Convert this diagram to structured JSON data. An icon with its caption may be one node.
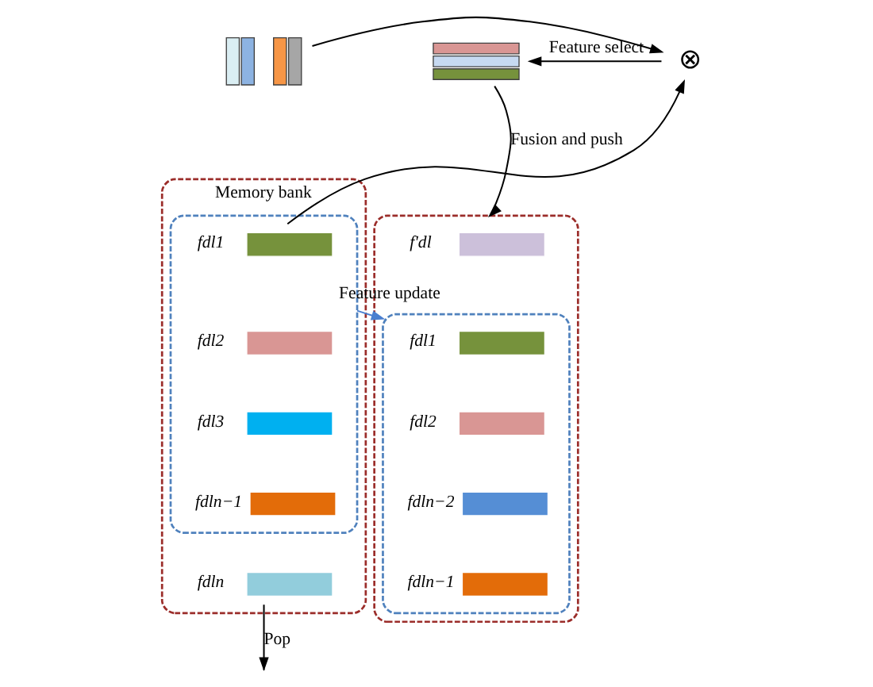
{
  "diagram": {
    "nodes": [
      {
        "text": [],
        "shape": "bar"
      },
      {
        "text": [
          "⊗"
        ]
      },
      {
        "text": [],
        "shape": "bar"
      },
      {
        "text": [
          "Memory bank"
        ]
      },
      {
        "text": [],
        "shape": "box",
        "in": 3
      },
      {
        "text": [
          "fdl1"
        ],
        "in": 4
      },
      {
        "text": [
          "fdl2"
        ],
        "in": 4
      },
      {
        "text": [
          "fdl3"
        ],
        "in": 4
      },
      {
        "text": [
          "fdln−1"
        ],
        "in": 4
      },
      {
        "text": [
          "fdln"
        ],
        "in": 3
      },
      {
        "text": [],
        "shape": "box"
      },
      {
        "text": [
          "f'dl"
        ],
        "in": 10
      },
      {
        "text": [],
        "shape": "box",
        "in": 10
      },
      {
        "text": [
          "fdl1"
        ],
        "in": 12
      },
      {
        "text": [
          "fdl2"
        ],
        "in": 12
      },
      {
        "text": [
          "fdln−2"
        ],
        "in": 12
      },
      {
        "text": [
          "fdln−1"
        ],
        "in": 12
      }
    ],
    "edges": [
      {
        "from": 0,
        "to": 1,
        "arrow": "to"
      },
      {
        "from": 1,
        "to": 2,
        "arrow": "to",
        "label": "Feature select"
      },
      {
        "from": 5,
        "to": 1,
        "arrow": "to"
      },
      {
        "from": 2,
        "to": 10,
        "arrow": "to",
        "label": "Fusion and push"
      },
      {
        "from": 4,
        "to": 12,
        "arrow": "to",
        "label": "Feature update",
        "color": "#4a7fd0"
      },
      {
        "from": 9,
        "to": null,
        "arrow": "to",
        "label": "Pop"
      }
    ]
  }
}
